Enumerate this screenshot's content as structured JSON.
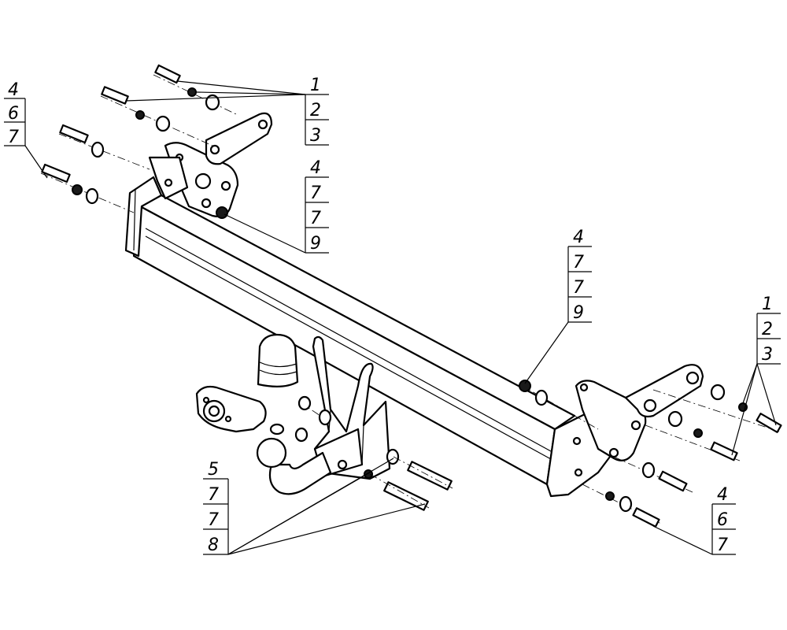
{
  "callouts": {
    "top_left_stack": [
      "4",
      "6",
      "7"
    ],
    "top_bolts_stack": [
      "1",
      "2",
      "3"
    ],
    "left_bracket_stack": [
      "4",
      "7",
      "7",
      "9"
    ],
    "middle_right_stack": [
      "4",
      "7",
      "7",
      "9"
    ],
    "right_stack_top": [
      "1",
      "2",
      "3"
    ],
    "right_stack_bottom": [
      "4",
      "6",
      "7"
    ],
    "bottom_left_stack": [
      "5",
      "7",
      "7",
      "8"
    ]
  }
}
